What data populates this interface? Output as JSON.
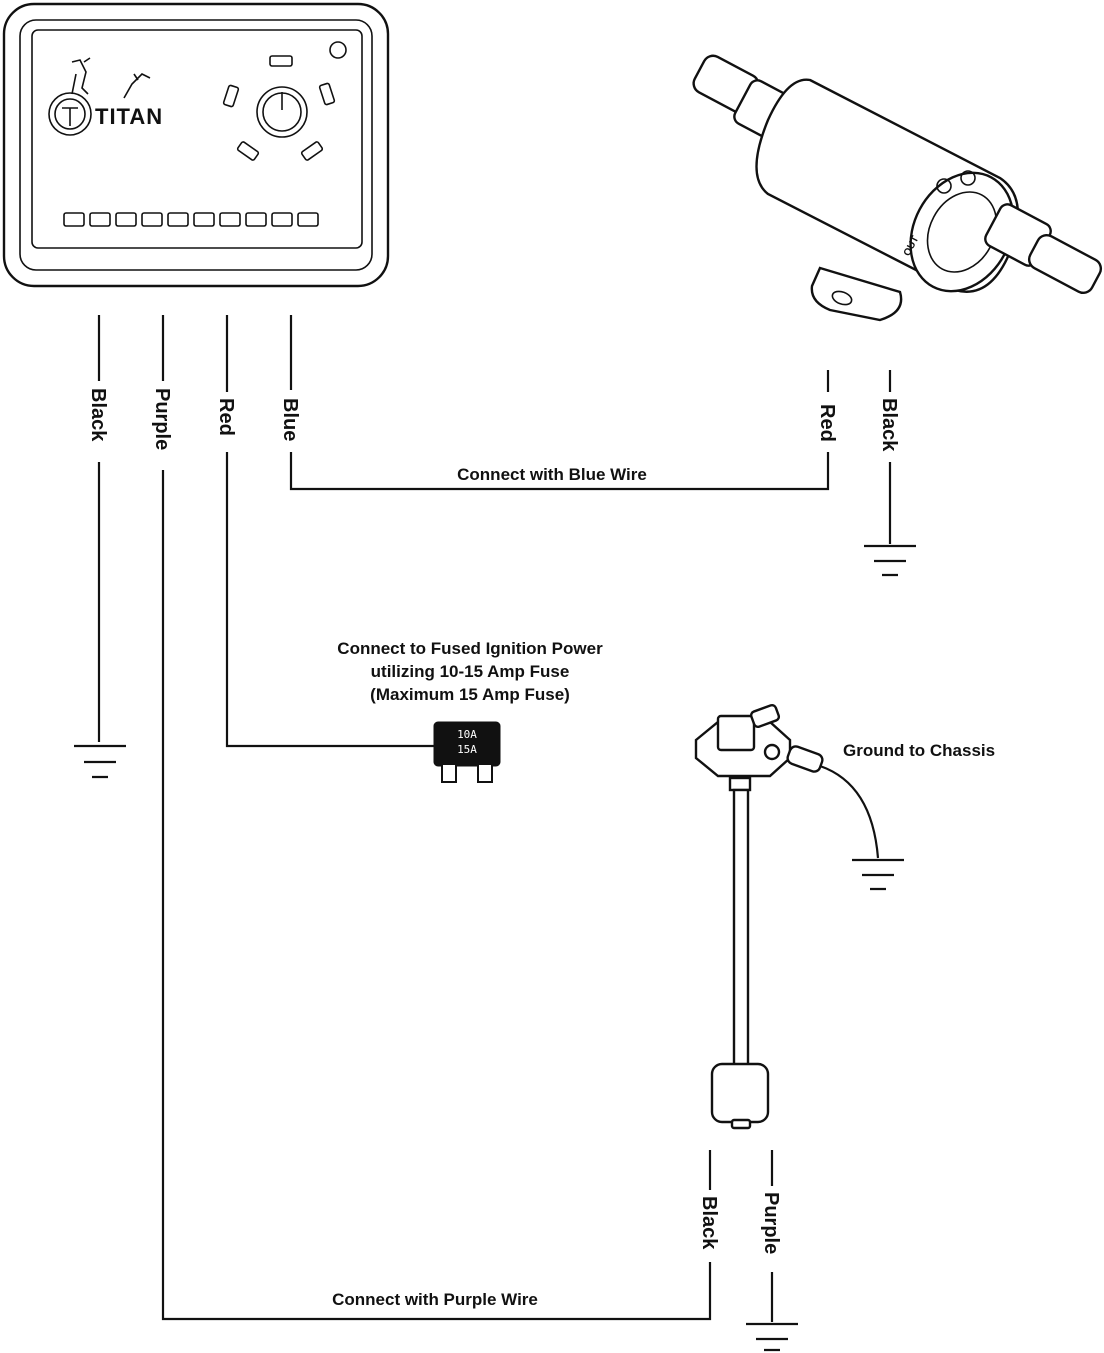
{
  "controller": {
    "brand": "TITAN",
    "indicator_count": 10
  },
  "wire_labels": {
    "controller_black": "Black",
    "controller_purple": "Purple",
    "controller_red": "Red",
    "controller_blue": "Blue",
    "pump_red": "Red",
    "pump_black": "Black",
    "sender_black": "Black",
    "sender_purple": "Purple"
  },
  "notes": {
    "blue_connection": "Connect with Blue Wire",
    "purple_connection": "Connect with Purple Wire",
    "fuse_line1": "Connect to Fused Ignition Power",
    "fuse_line2": "utilizing 10-15 Amp Fuse",
    "fuse_line3": "(Maximum 15 Amp Fuse)",
    "chassis_ground": "Ground to Chassis"
  },
  "fuse": {
    "rating_1": "10A",
    "rating_2": "15A"
  },
  "pump": {
    "port_label": "OUT"
  },
  "colors": {
    "line": "#111111",
    "background": "#ffffff"
  }
}
